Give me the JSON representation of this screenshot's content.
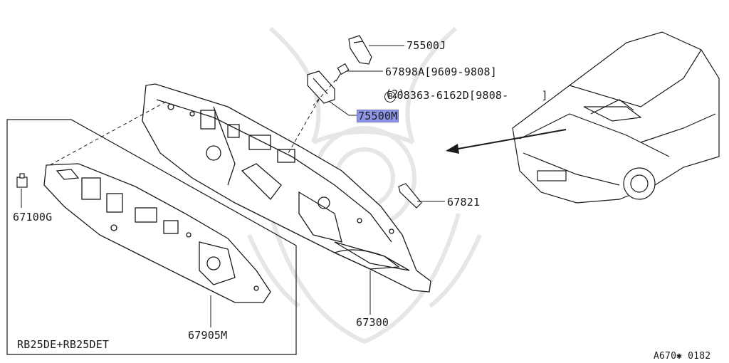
{
  "labels": {
    "p75500J": "75500J",
    "p67898A": "67898A[9609-9808]",
    "bolt_symbol": "B",
    "p08363": "08363-6162D[9808-     ]",
    "qty": "(2)",
    "p75500M": "75500M",
    "p67821": "67821",
    "p67100G": "67100G",
    "p67300": "67300",
    "p67905M": "67905M",
    "engine_variant": "RB25DE+RB25DET",
    "figure_code": "A670✱ 0182"
  },
  "colors": {
    "highlight": "#8f95e6",
    "line": "#1a1a1a",
    "watermark": "#e6e6e6"
  }
}
